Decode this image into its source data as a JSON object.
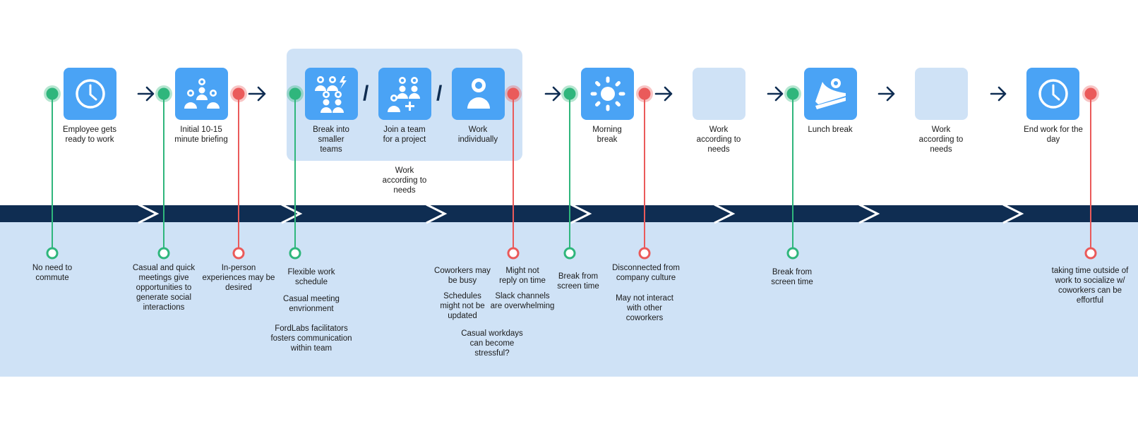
{
  "colors": {
    "accent_blue": "#4aa3f5",
    "light_blue": "#cfe2f6",
    "navy": "#0f2d52",
    "positive": "#2fb67c",
    "negative": "#ea5a5a"
  },
  "steps": [
    {
      "label": "Employee gets ready to work",
      "icon": "clock-icon"
    },
    {
      "label": "Initial 10-15 minute briefing",
      "icon": "group-icon"
    },
    {
      "label": "Break into smaller teams",
      "icon": "teams-split-icon"
    },
    {
      "label": "Join a team for a project",
      "icon": "join-team-icon"
    },
    {
      "label": "Work individually",
      "icon": "person-icon"
    },
    {
      "label": "Morning break",
      "icon": "sun-icon"
    },
    {
      "label": "Work according to needs",
      "icon": ""
    },
    {
      "label": "Lunch break",
      "icon": "cake-slice-icon"
    },
    {
      "label": "Work according to needs",
      "icon": ""
    },
    {
      "label": "End work for the day",
      "icon": "clock-icon"
    }
  ],
  "group_caption": "Work according to needs",
  "separators": [
    "/",
    "/"
  ],
  "notes": [
    {
      "type": "positive",
      "lines": [
        "No need to commute"
      ]
    },
    {
      "type": "positive",
      "lines": [
        "Casual and quick meetings give opportunities to generate social interactions"
      ]
    },
    {
      "type": "negative",
      "lines": [
        "In-person experiences may be desired"
      ]
    },
    {
      "type": "positive",
      "lines": [
        "Flexible work schedule",
        "Casual meeting envrionment",
        "FordLabs facilitators fosters communication within team"
      ]
    },
    {
      "type": "negative",
      "lines": [
        "Coworkers may be busy",
        "Schedules might not be updated"
      ]
    },
    {
      "type": "negative",
      "lines": [
        "Might not reply on time",
        "Slack channels are overwhelming"
      ]
    },
    {
      "type": "negative",
      "lines": [
        "Casual workdays can become stressful?"
      ]
    },
    {
      "type": "positive",
      "lines": [
        "Break from screen time"
      ]
    },
    {
      "type": "negative",
      "lines": [
        "Disconnected from company culture",
        "May not interact with other coworkers"
      ]
    },
    {
      "type": "positive",
      "lines": [
        "Break from screen time"
      ]
    },
    {
      "type": "negative",
      "lines": [
        "taking time outside of work to socialize w/ coworkers can be effortful"
      ]
    }
  ]
}
